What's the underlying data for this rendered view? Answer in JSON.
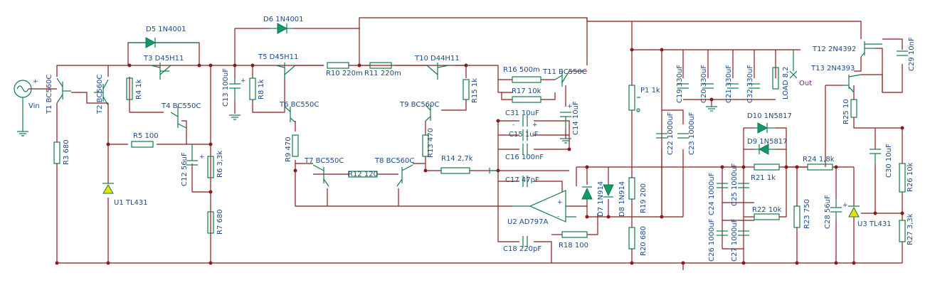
{
  "parts": {
    "T1": "T1 BC560C",
    "T2": "T2 BC560C",
    "D5": "D5 1N4001",
    "T3": "T3 D45H11",
    "R4": "R4 1k",
    "T4": "T4 BC550C",
    "R5": "R5 100",
    "R3": "R3 680",
    "U1": "U1 TL431",
    "C12": "C12 56uF",
    "R6": "R6 3,3k",
    "R7": "R7 680",
    "C13": "C13 100uF",
    "D6": "D6 1N4001",
    "T5": "T5 D45H11",
    "R8": "R8 1k",
    "T6": "T6 BC550C",
    "R10": "R10 220m",
    "R11": "R11 220m",
    "T10": "T10 D44H11",
    "T9": "T9 BC560C",
    "R15": "R15 1k",
    "R9": "R9 470",
    "R13": "R13 470",
    "T7": "T7 BC550C",
    "R12": "R12 120",
    "T8": "T8 BC560C",
    "R14": "R14 2,7k",
    "R16": "R16 500m",
    "T11": "T11 BC550C",
    "R17": "R17 10k",
    "C14": "C14 10uF",
    "C31": "C31 10uF",
    "C15": "C15 1uF",
    "C16": "C16 100nF",
    "C17": "C17 47pF",
    "U2": "U2 AD797A",
    "C18": "C18 220pF",
    "R18": "R18 100",
    "D7": "D7 1N914",
    "D8": "D8 1N914",
    "P1": "P1 1k",
    "R19": "R19 200",
    "R20": "R20 680",
    "C22": "C22 1000uF",
    "C23": "C23 1000uF",
    "C19": "C19 330uF",
    "C20": "C20 330uF",
    "C21": "C21 330uF",
    "C32": "C32 330uF",
    "LOAD": "LOAD 8,2",
    "D10": "D10 1N5817",
    "D9": "D9 1N5817",
    "R21": "R21 1k",
    "R22": "R22 10k",
    "C24": "C24 1000uF",
    "C25": "C25 1000uF",
    "C26": "C26 1000uF",
    "C27": "C27 1000uF",
    "R24": "R24 1,8k",
    "R23": "R23 750",
    "C28": "C28 56uF",
    "U3": "U3 TL431",
    "R25": "R25 10",
    "C30": "C30 10uF",
    "R26": "R26 10k",
    "R27": "R27 3,3k",
    "T12": "T12 2N4392",
    "T13": "T13 2N4393",
    "C29": "C29 10nF"
  },
  "nets": {
    "vin": "Vin",
    "out": "Out"
  },
  "polarity": {
    "plus": "+",
    "minus": "-"
  },
  "colors": {
    "wire": "#8b1a1a",
    "component": "#117a4a",
    "label": "#1b4a86",
    "output": "#7a1a7a",
    "reference": "#e8e000"
  }
}
